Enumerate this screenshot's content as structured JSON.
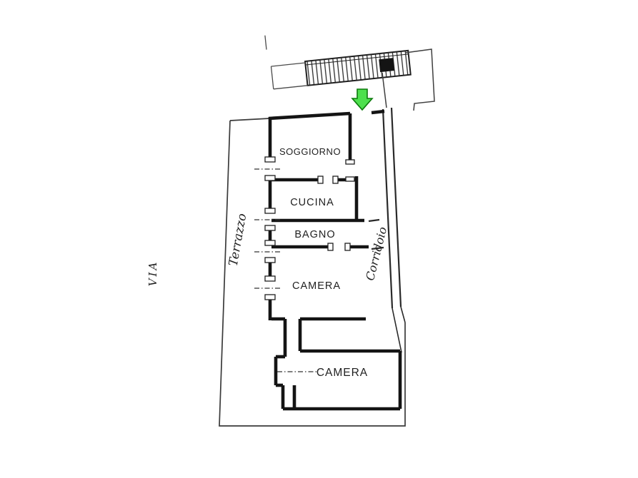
{
  "meta": {
    "background": "#ffffff",
    "ink": "#1a1a1a"
  },
  "plan": {
    "street_label": "VIA",
    "terrace_label": "Terrazzo",
    "corridor_label": "Corridoio",
    "rooms": [
      {
        "label": "SOGGIORNO"
      },
      {
        "label": "CUCINA"
      },
      {
        "label": "BAGNO"
      },
      {
        "label": "CAMERA"
      },
      {
        "label": "CAMERA"
      }
    ],
    "marker": {
      "name": "entrance-arrow",
      "color": "#4ee04e",
      "border": "#0c7a0c"
    }
  }
}
